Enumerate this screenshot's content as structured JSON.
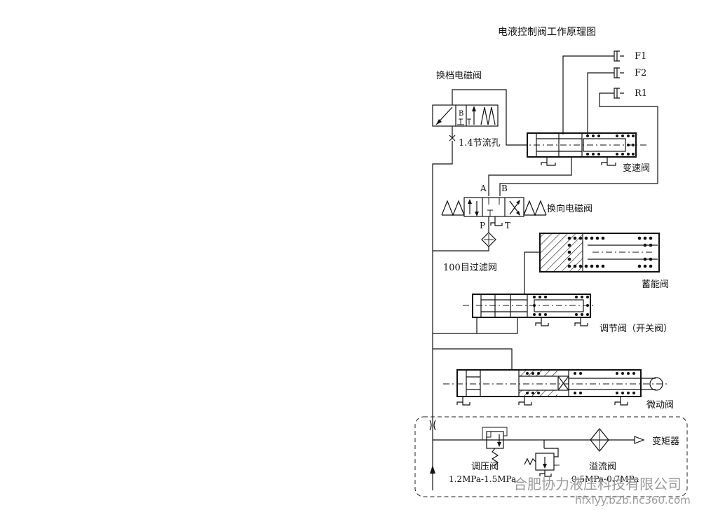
{
  "diagram": {
    "title": "电液控制阀工作原理图",
    "labels": {
      "shift_solenoid_valve": "换档电磁阀",
      "orifice": "1.4节流孔",
      "speed_change_valve": "变速阀",
      "reversing_solenoid_valve": "换向电磁阀",
      "port_a": "A",
      "port_b": "B",
      "port_p": "P",
      "port_t": "T",
      "port_b_small": "B",
      "filter": "100目过滤网",
      "accumulator_valve": "蓄能阀",
      "regulating_valve": "调节阀（开关阀）",
      "inching_valve": "微动阀",
      "torque_converter": "变矩器",
      "pressure_regulating_valve": "调压阀",
      "pressure_regulating_range": "1.2MPa-1.5MPa",
      "relief_valve": "溢流阀",
      "relief_range": "0.5MPa-0.7MPa",
      "clutch_f1": "F1",
      "clutch_f2": "F2",
      "clutch_r1": "R1"
    }
  },
  "watermark": {
    "company": "合肥协力液压科技有限公司",
    "site": "hfxlyy.b2b.hc360.com"
  }
}
